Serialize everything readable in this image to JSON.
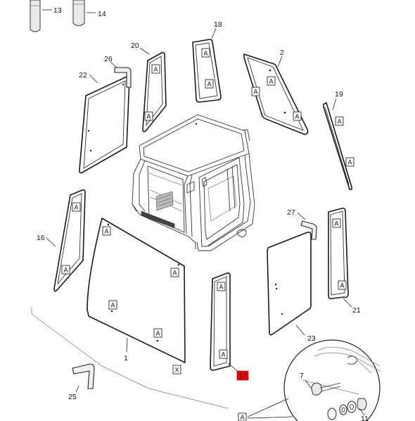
{
  "part_numbers": {
    "p1": "1",
    "p2": "2",
    "p7": "7",
    "p11": "11",
    "p13": "13",
    "p14": "14",
    "p16": "16",
    "p17": "17",
    "p18": "18",
    "p19": "19",
    "p20": "20",
    "p21": "21",
    "p22": "22",
    "p23": "23",
    "p25": "25",
    "p26": "26",
    "p27": "27"
  },
  "labels": {
    "a": "A",
    "x": "X"
  },
  "highlight_color": "#ee0000"
}
